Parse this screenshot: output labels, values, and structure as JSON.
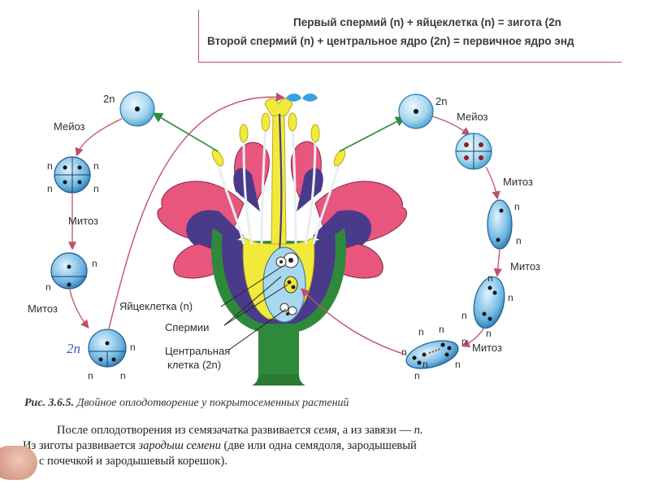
{
  "header": {
    "eq1": "Первый спермий (n)  + яйцеклетка (n)  = зигота (2n",
    "eq2": "Второй спермий (n) + центральное ядро (2n) = первичное ядро энд"
  },
  "figure": {
    "left_labels": {
      "ploidy_top": "2n",
      "meiosis": "Мейоз",
      "mitosis1": "Митоз",
      "mitosis2": "Митоз",
      "n": "n",
      "hand_2n": "2n"
    },
    "right_labels": {
      "ploidy_top": "2n",
      "meiosis": "Мейоз",
      "mitosis1": "Митоз",
      "mitosis2": "Митоз",
      "mitosis3": "Митоз",
      "n": "n"
    },
    "callouts": {
      "egg": "Яйцеклетка (n)",
      "sperm": "Спермии",
      "central1": "Центральная",
      "central2": "клетка (2n)"
    },
    "colors": {
      "petal": "#e8567e",
      "purple": "#4a3a8a",
      "green": "#2e8a3a",
      "yellow": "#f2ea3a",
      "cell": "#a8d8f0",
      "arrow": "#c0506a"
    }
  },
  "caption": {
    "prefix": "Рис. 3.6.5.",
    "text": " Двойное оплодотворение у покрытосеменных растений"
  },
  "body": {
    "line1_a": "После оплодотворения из семязачатка развивается ",
    "line1_b": "семя",
    "line1_c": ",   а из завязи — ",
    "line1_d": "п.",
    "line2_a": "Из зиготы развивается ",
    "line2_b": "зародыш семени",
    "line2_c": " (две или одна семядоля, зародышевый",
    "line3": "с почечкой и зародышевый корешок)."
  }
}
